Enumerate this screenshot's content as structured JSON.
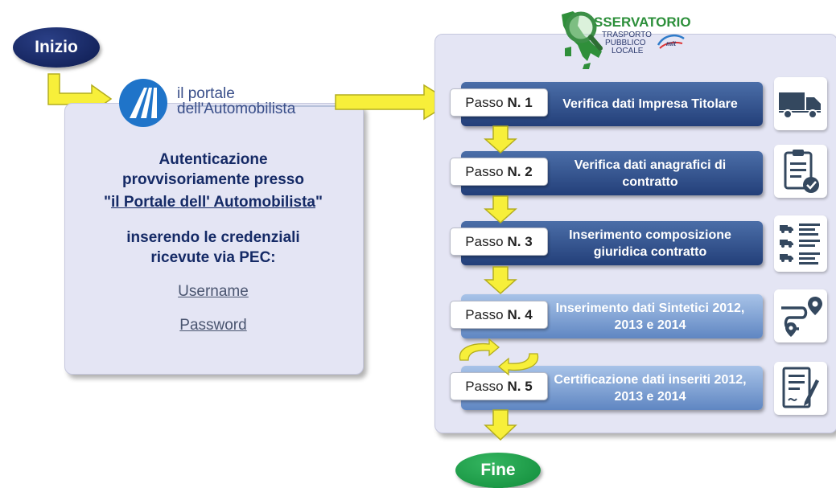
{
  "start": {
    "label": "Inizio"
  },
  "end": {
    "label": "Fine"
  },
  "portal_logo": {
    "line1": "il portale",
    "line2": "dell'Automobilista"
  },
  "osservatorio_logo": {
    "title": "SSERVATORIO",
    "line1": "TRASPORTO",
    "line2": "PUBBLICO",
    "line3": "LOCALE",
    "brand": "mit"
  },
  "left_panel": {
    "auth_line1": "Autenticazione",
    "auth_line2": "provvisoriamente presso",
    "auth_quote_open": "\"",
    "auth_link": "il Portale dell' Automobilista",
    "auth_quote_close": "\"",
    "cred_line1": "inserendo le credenziali",
    "cred_line2": "ricevute via PEC:",
    "username": "Username",
    "password": "Password"
  },
  "steps": [
    {
      "passo": "Passo",
      "num": "N. 1",
      "title": "Verifica dati Impresa Titolare",
      "icon": "truck-icon"
    },
    {
      "passo": "Passo",
      "num": "N. 2",
      "title": "Verifica dati anagrafici di contratto",
      "icon": "clipboard-check-icon"
    },
    {
      "passo": "Passo",
      "num": "N. 3",
      "title": "Inserimento composizione giuridica contratto",
      "icon": "truck-list-icon"
    },
    {
      "passo": "Passo",
      "num": "N. 4",
      "title": "Inserimento dati Sintetici 2012, 2013 e 2014",
      "icon": "route-pin-icon"
    },
    {
      "passo": "Passo",
      "num": "N. 5",
      "title": "Certificazione dati inseriti 2012, 2013 e 2014",
      "icon": "document-sign-icon"
    }
  ],
  "colors": {
    "arrow_fill": "#f7ef3a",
    "arrow_stroke": "#b3ad1e",
    "dark_step": "#2b4a85",
    "light_step": "#7f9fd2",
    "start": "#102058",
    "end": "#1a9a44",
    "panel": "#e4e5f4"
  }
}
